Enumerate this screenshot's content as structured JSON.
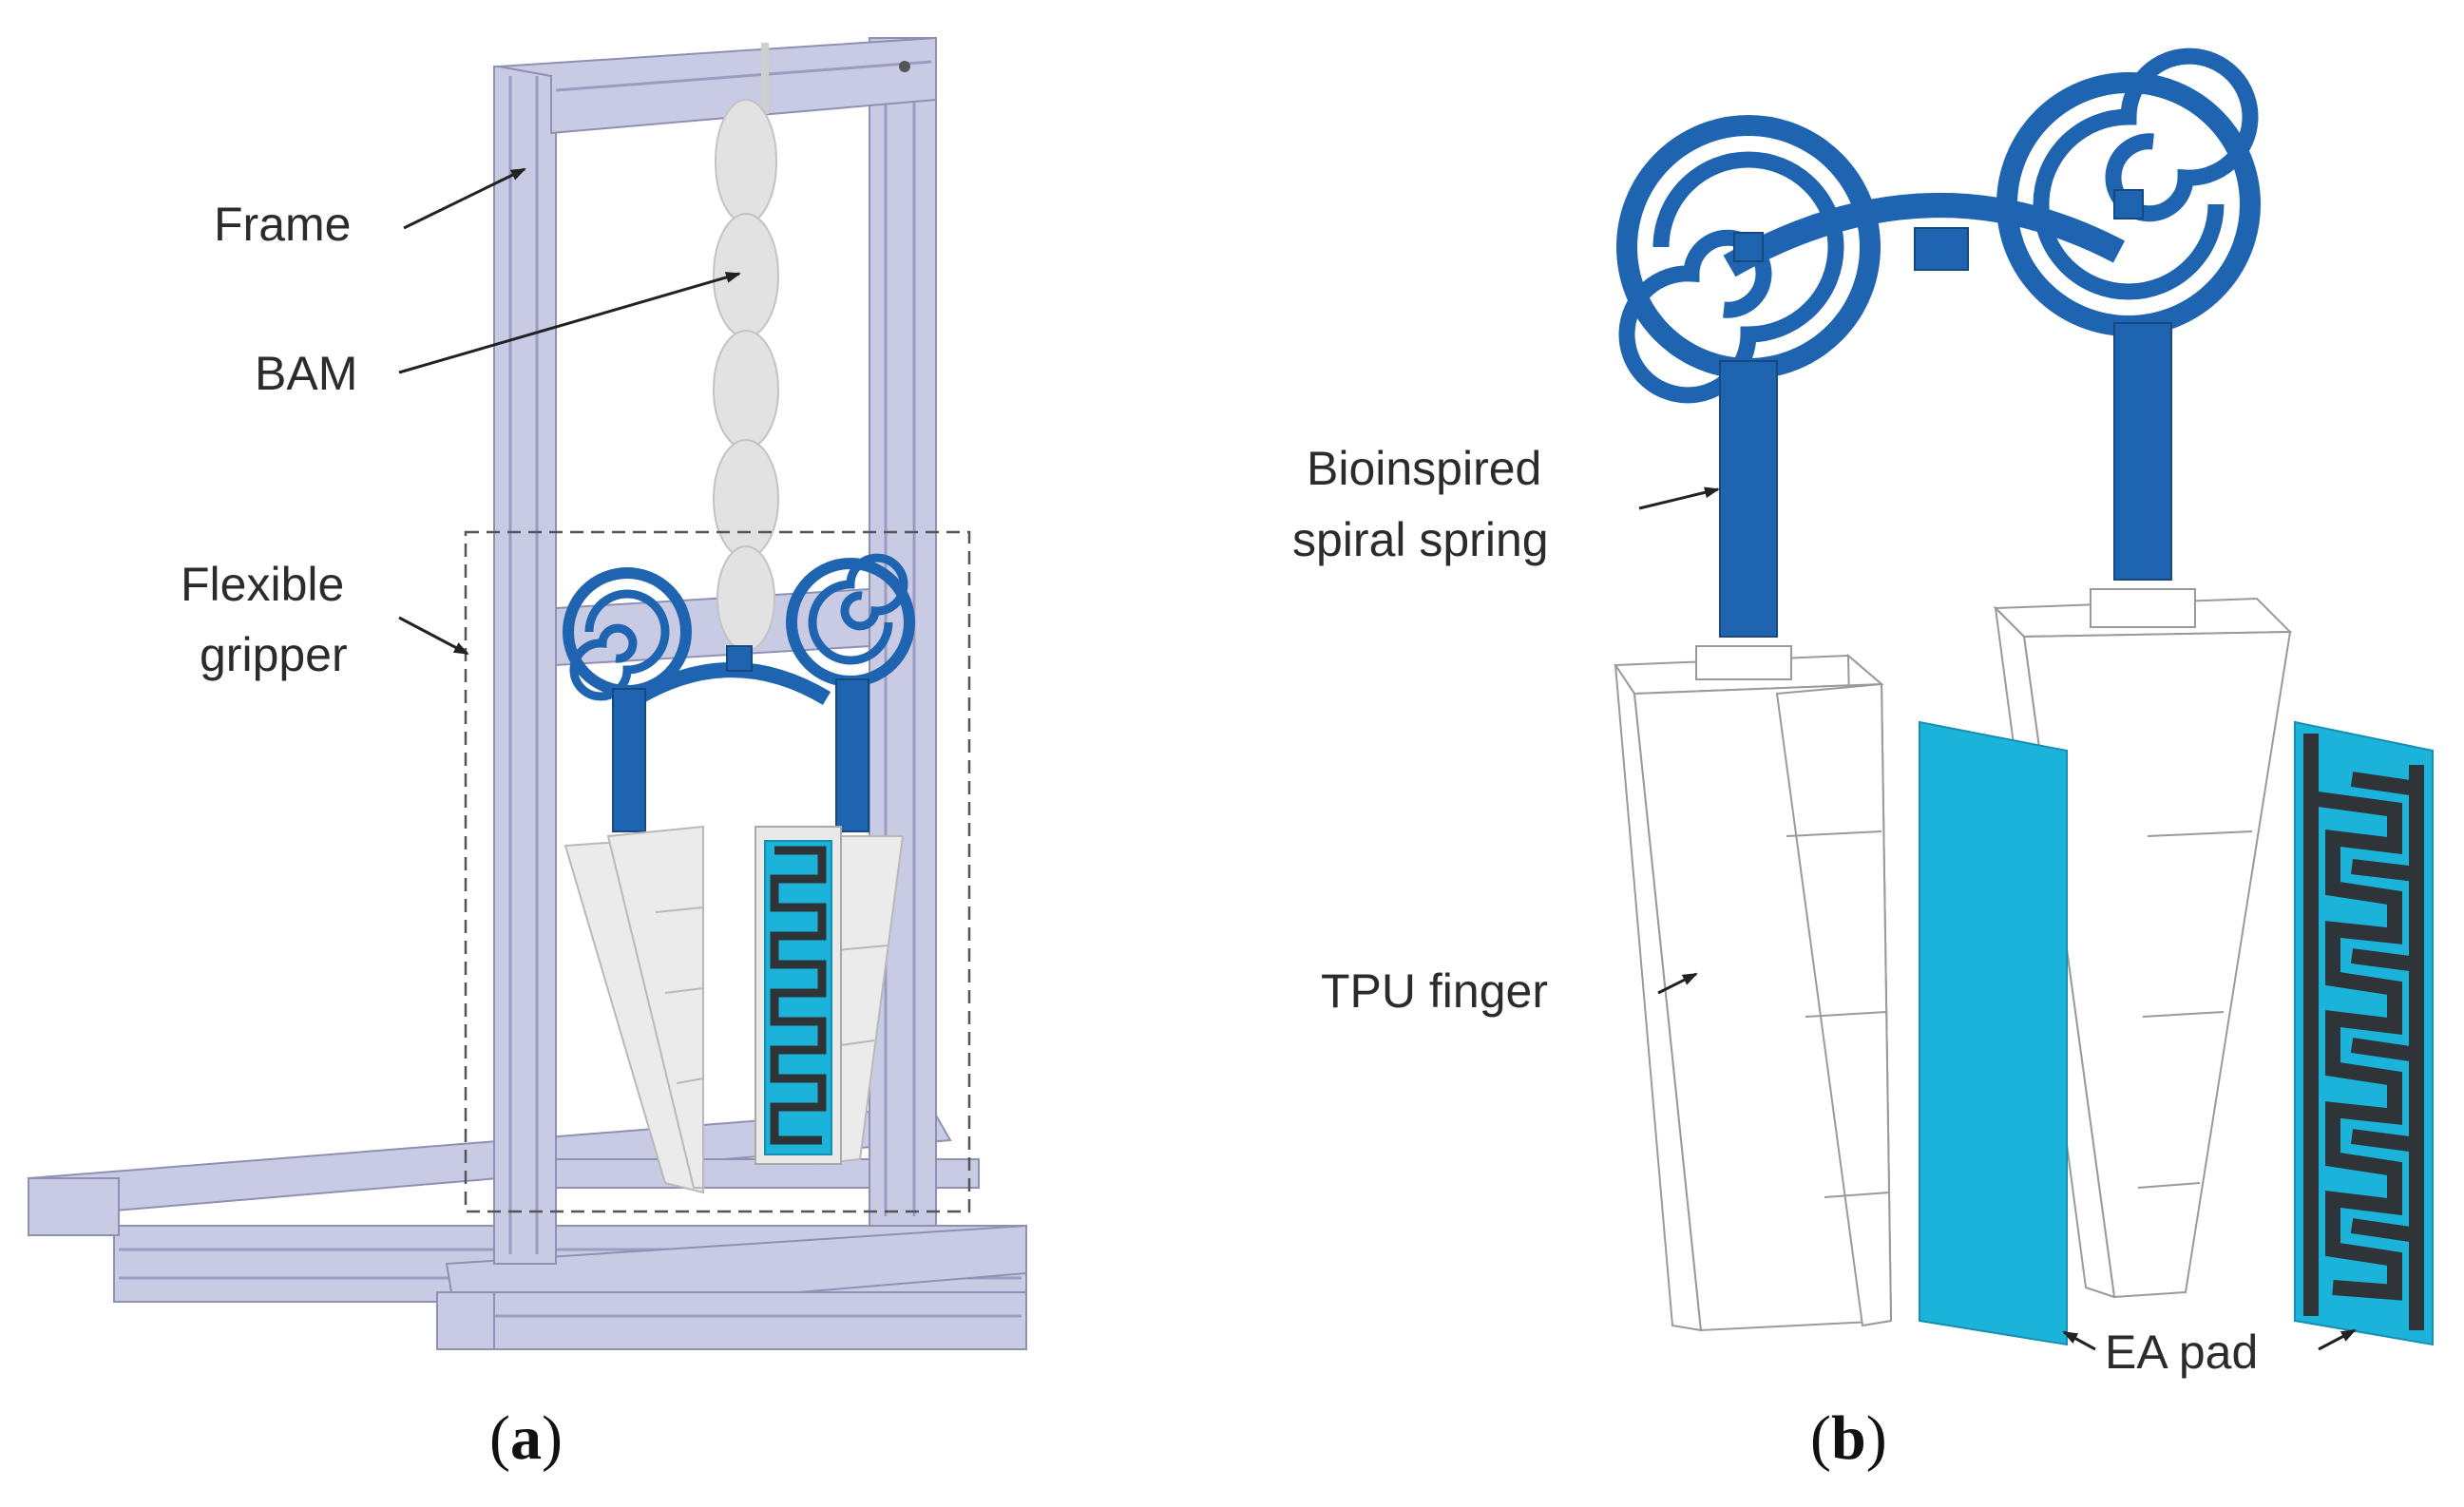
{
  "panel_a": {
    "labels": {
      "frame": "Frame",
      "bam": "BAM",
      "gripper_line1": "Flexible",
      "gripper_line2": "gripper"
    },
    "caption_letter": "a"
  },
  "panel_b": {
    "labels": {
      "spring_line1": "Bioinspired",
      "spring_line2": "spiral spring",
      "finger": "TPU finger",
      "pad": "EA pad"
    },
    "caption_letter": "b"
  },
  "colors": {
    "frame": "#c9cbe4",
    "spring": "#1f64b0",
    "pad": "#1bb3d9",
    "electrode": "#2f3438"
  }
}
